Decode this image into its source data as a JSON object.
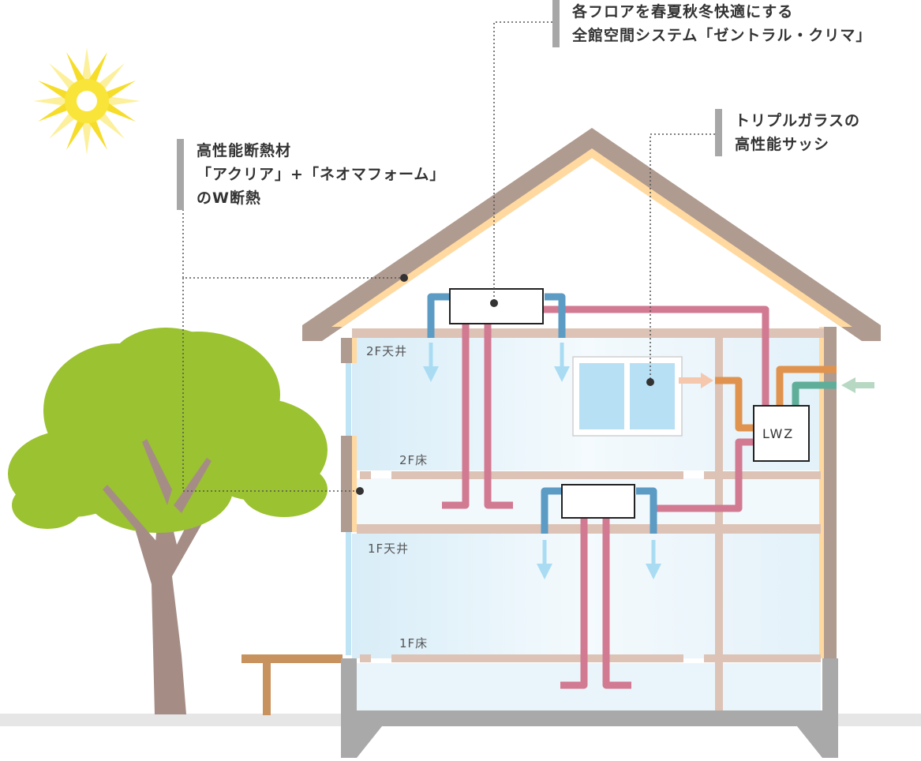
{
  "callouts": {
    "insulation": {
      "lines": [
        "高性能断熱材",
        "「アクリア」+「ネオマフォーム」",
        "のW断熱"
      ]
    },
    "central_klima": {
      "lines": [
        "各フロアを春夏秋冬快適にする",
        "全館空間システム「ゼントラル・クリマ」"
      ]
    },
    "triple_glass": {
      "lines": [
        "トリプルガラスの",
        "高性能サッシ"
      ]
    }
  },
  "floor_labels": {
    "f2_ceiling": "2F天井",
    "f2_floor": "2F床",
    "f1_ceiling": "1F天井",
    "f1_floor": "1F床"
  },
  "unit_label": "LWZ",
  "colors": {
    "wall": "#b09b90",
    "insulation": "#ffd9a0",
    "interior_air": "#e9f5fc",
    "supply_duct": "#5b9bc4",
    "exhaust_duct": "#d17a92",
    "outdoor_duct": "#e0934e",
    "intake_duct": "#5fae9a",
    "foundation": "#a9a9a9",
    "leaves": "#9bc230",
    "trunk": "#a58d86",
    "sun": "#fbe44d"
  }
}
